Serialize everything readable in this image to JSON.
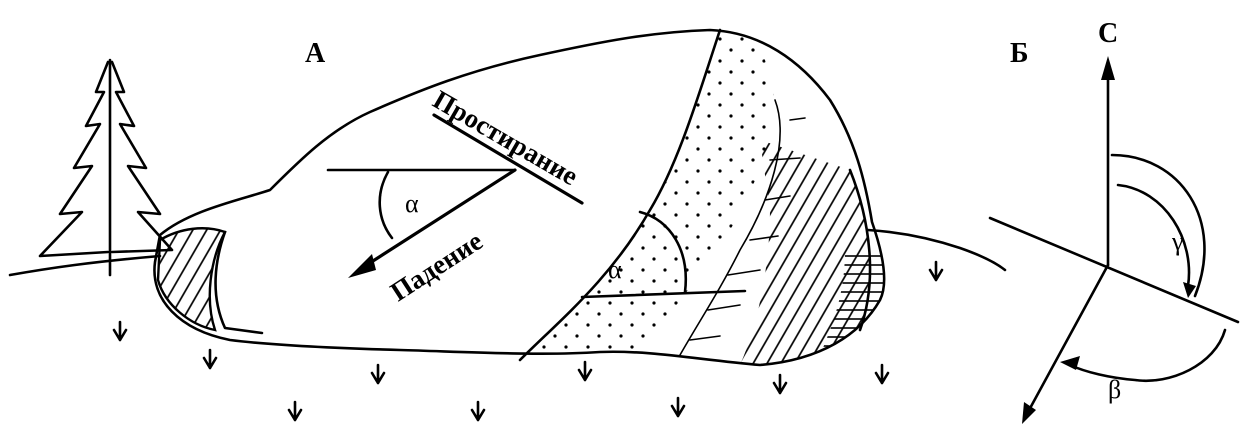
{
  "panel_a": {
    "label": "А",
    "strike_label": "Простирание",
    "dip_label": "Падение",
    "angle_symbol": "α",
    "angle_symbol_2": "α"
  },
  "panel_b": {
    "label": "Б",
    "north_label": "С",
    "gamma_symbol": "γ",
    "beta_symbol": "β"
  }
}
